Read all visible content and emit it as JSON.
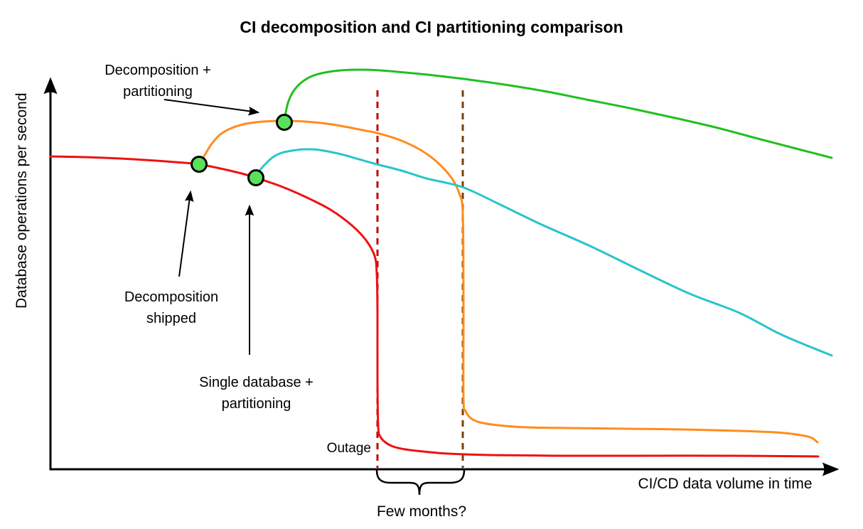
{
  "title": "CI decomposition and CI partitioning comparison",
  "axes": {
    "y_label": "Database operations per second",
    "x_label": "CI/CD data volume in time",
    "numeric_ticks": false
  },
  "annotations": {
    "decomposition_partitioning": "Decomposition +\npartitioning",
    "decomposition_shipped": "Decomposition\nshipped",
    "single_db_partitioning": "Single database +\npartitioning",
    "outage": "Outage",
    "few_months": "Few months?"
  },
  "colors": {
    "single_database": "#ee1111",
    "decomposition_shipped": "#ff8c1c",
    "single_db_partitioning": "#29c4cc",
    "decomposition_partitioning": "#21bf21",
    "event_marker_fill": "#5be05b",
    "outage_line_single_db": "#c00000",
    "outage_line_decomposition": "#7a4009",
    "axis": "#000000"
  },
  "chart_data": {
    "type": "line",
    "title": "CI decomposition and CI partitioning comparison",
    "xlabel": "CI/CD data volume in time",
    "ylabel": "Database operations per second",
    "grid": false,
    "legend": "none (labels via arrows/annotations)",
    "note": "Qualitative sketch; axes have no numeric ticks. Coordinates are canvas pixels; y decreases upward (higher = more ops/sec).",
    "series": [
      {
        "name": "Single database",
        "color": "#ee1111",
        "points": [
          [
            71,
            220
          ],
          [
            120,
            221
          ],
          [
            170,
            223
          ],
          [
            220,
            226
          ],
          [
            260,
            229
          ],
          [
            280,
            231
          ],
          [
            310,
            237
          ],
          [
            340,
            244
          ],
          [
            360,
            250
          ],
          [
            395,
            262
          ],
          [
            430,
            277
          ],
          [
            465,
            295
          ],
          [
            495,
            317
          ],
          [
            515,
            338
          ],
          [
            527,
            360
          ],
          [
            530,
            385
          ],
          [
            531,
            440
          ],
          [
            531,
            530
          ],
          [
            532,
            600
          ],
          [
            535,
            614
          ],
          [
            542,
            622
          ],
          [
            553,
            628
          ],
          [
            570,
            632
          ],
          [
            595,
            635
          ],
          [
            630,
            638
          ],
          [
            690,
            640
          ],
          [
            780,
            641
          ],
          [
            900,
            641
          ],
          [
            1030,
            641
          ],
          [
            1151,
            642
          ]
        ]
      },
      {
        "name": "Decomposition shipped",
        "color": "#ff8c1c",
        "points": [
          [
            280,
            231
          ],
          [
            288,
            218
          ],
          [
            298,
            202
          ],
          [
            310,
            189
          ],
          [
            326,
            180
          ],
          [
            346,
            174
          ],
          [
            370,
            171
          ],
          [
            400,
            170
          ],
          [
            430,
            171
          ],
          [
            460,
            174
          ],
          [
            490,
            179
          ],
          [
            515,
            184
          ],
          [
            530,
            187
          ],
          [
            560,
            196
          ],
          [
            590,
            210
          ],
          [
            615,
            228
          ],
          [
            635,
            250
          ],
          [
            646,
            272
          ],
          [
            651,
            300
          ],
          [
            652,
            420
          ],
          [
            652,
            560
          ],
          [
            655,
            578
          ],
          [
            662,
            588
          ],
          [
            675,
            594
          ],
          [
            700,
            598
          ],
          [
            740,
            601
          ],
          [
            800,
            602
          ],
          [
            880,
            603
          ],
          [
            960,
            604
          ],
          [
            1040,
            606
          ],
          [
            1090,
            608
          ],
          [
            1120,
            611
          ],
          [
            1140,
            615
          ],
          [
            1150,
            622
          ]
        ]
      },
      {
        "name": "Single database + partitioning",
        "color": "#29c4cc",
        "points": [
          [
            360,
            250
          ],
          [
            366,
            239
          ],
          [
            374,
            230
          ],
          [
            384,
            221
          ],
          [
            396,
            215
          ],
          [
            410,
            212
          ],
          [
            428,
            210
          ],
          [
            450,
            211
          ],
          [
            480,
            217
          ],
          [
            505,
            224
          ],
          [
            530,
            231
          ],
          [
            565,
            240
          ],
          [
            600,
            251
          ],
          [
            650,
            263
          ],
          [
            700,
            286
          ],
          [
            760,
            315
          ],
          [
            830,
            346
          ],
          [
            900,
            380
          ],
          [
            970,
            413
          ],
          [
            1040,
            440
          ],
          [
            1100,
            471
          ],
          [
            1170,
            500
          ]
        ]
      },
      {
        "name": "Decomposition + partitioning",
        "color": "#21bf21",
        "points": [
          [
            400,
            172
          ],
          [
            402,
            158
          ],
          [
            406,
            142
          ],
          [
            413,
            128
          ],
          [
            424,
            116
          ],
          [
            439,
            107
          ],
          [
            457,
            102
          ],
          [
            479,
            99
          ],
          [
            505,
            98
          ],
          [
            535,
            99
          ],
          [
            570,
            102
          ],
          [
            610,
            106
          ],
          [
            660,
            112
          ],
          [
            710,
            119
          ],
          [
            770,
            129
          ],
          [
            830,
            141
          ],
          [
            890,
            153
          ],
          [
            950,
            166
          ],
          [
            1010,
            180
          ],
          [
            1070,
            196
          ],
          [
            1120,
            209
          ],
          [
            1170,
            222
          ]
        ]
      }
    ],
    "events": [
      {
        "label": "Decomposition shipped",
        "marker": [
          280,
          231
        ]
      },
      {
        "label": "Single database + partitioning",
        "marker": [
          360,
          250
        ]
      },
      {
        "label": "Decomposition + partitioning",
        "marker": [
          400,
          172
        ]
      }
    ],
    "marker_style": {
      "radius": 10.5,
      "fill": "#5be05b",
      "stroke": "#000000",
      "stroke_width": 3
    },
    "vlines": [
      {
        "x": 531,
        "y1": 127,
        "y2": 658,
        "color": "#c00000",
        "style": "dashed",
        "meaning": "Outage of single database"
      },
      {
        "x": 651,
        "y1": 127,
        "y2": 658,
        "color": "#7a4009",
        "style": "dashed",
        "meaning": "Outage of decomposed database"
      }
    ],
    "brace": {
      "x1": 530,
      "x2": 653,
      "label": "Few months?"
    }
  }
}
